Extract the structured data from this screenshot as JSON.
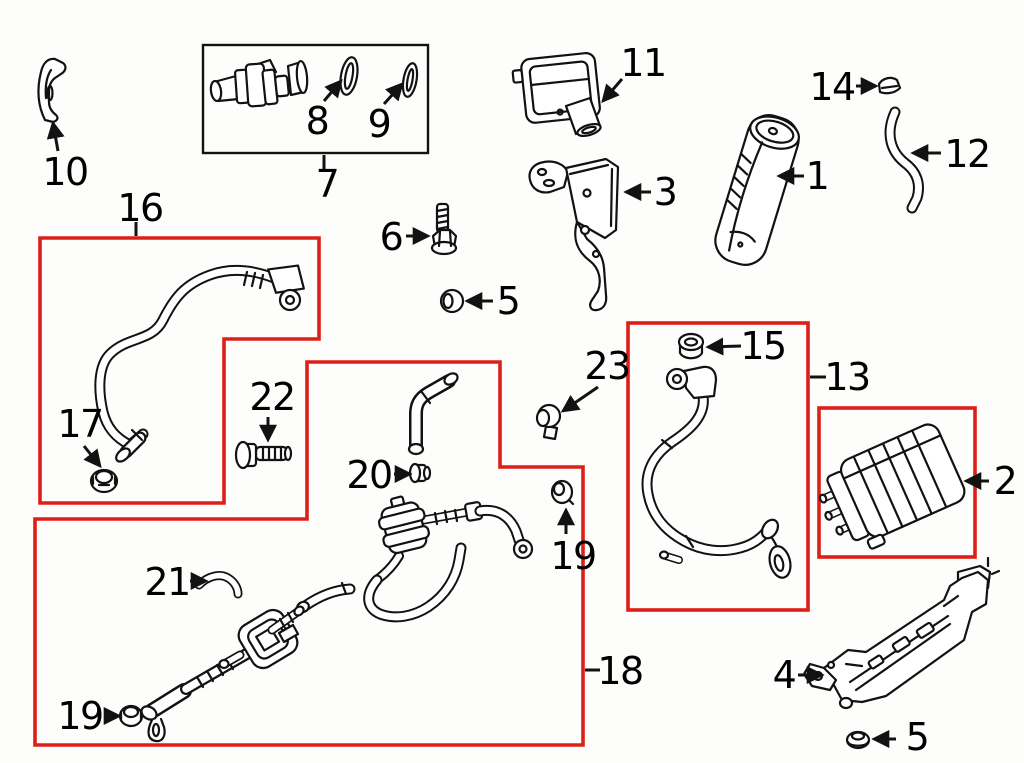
{
  "diagram": {
    "type": "exploded-parts-diagram",
    "background_color": "#fdfdfb",
    "line_color": "#121212",
    "highlight_color": "#dd2017",
    "callouts": [
      {
        "part": "10",
        "label": "10"
      },
      {
        "part": "7",
        "label": "7"
      },
      {
        "part": "8",
        "label": "8"
      },
      {
        "part": "9",
        "label": "9"
      },
      {
        "part": "16",
        "label": "16"
      },
      {
        "part": "11",
        "label": "11"
      },
      {
        "part": "3",
        "label": "3"
      },
      {
        "part": "1",
        "label": "1"
      },
      {
        "part": "14",
        "label": "14"
      },
      {
        "part": "12",
        "label": "12"
      },
      {
        "part": "6",
        "label": "6"
      },
      {
        "part": "5-upper",
        "label": "5"
      },
      {
        "part": "17",
        "label": "17"
      },
      {
        "part": "22",
        "label": "22"
      },
      {
        "part": "20",
        "label": "20"
      },
      {
        "part": "23",
        "label": "23"
      },
      {
        "part": "15",
        "label": "15"
      },
      {
        "part": "13",
        "label": "13"
      },
      {
        "part": "2",
        "label": "2"
      },
      {
        "part": "19-mid",
        "label": "19"
      },
      {
        "part": "21",
        "label": "21"
      },
      {
        "part": "19-lower",
        "label": "19"
      },
      {
        "part": "18",
        "label": "18"
      },
      {
        "part": "4",
        "label": "4"
      },
      {
        "part": "5-lower",
        "label": "5"
      }
    ]
  }
}
